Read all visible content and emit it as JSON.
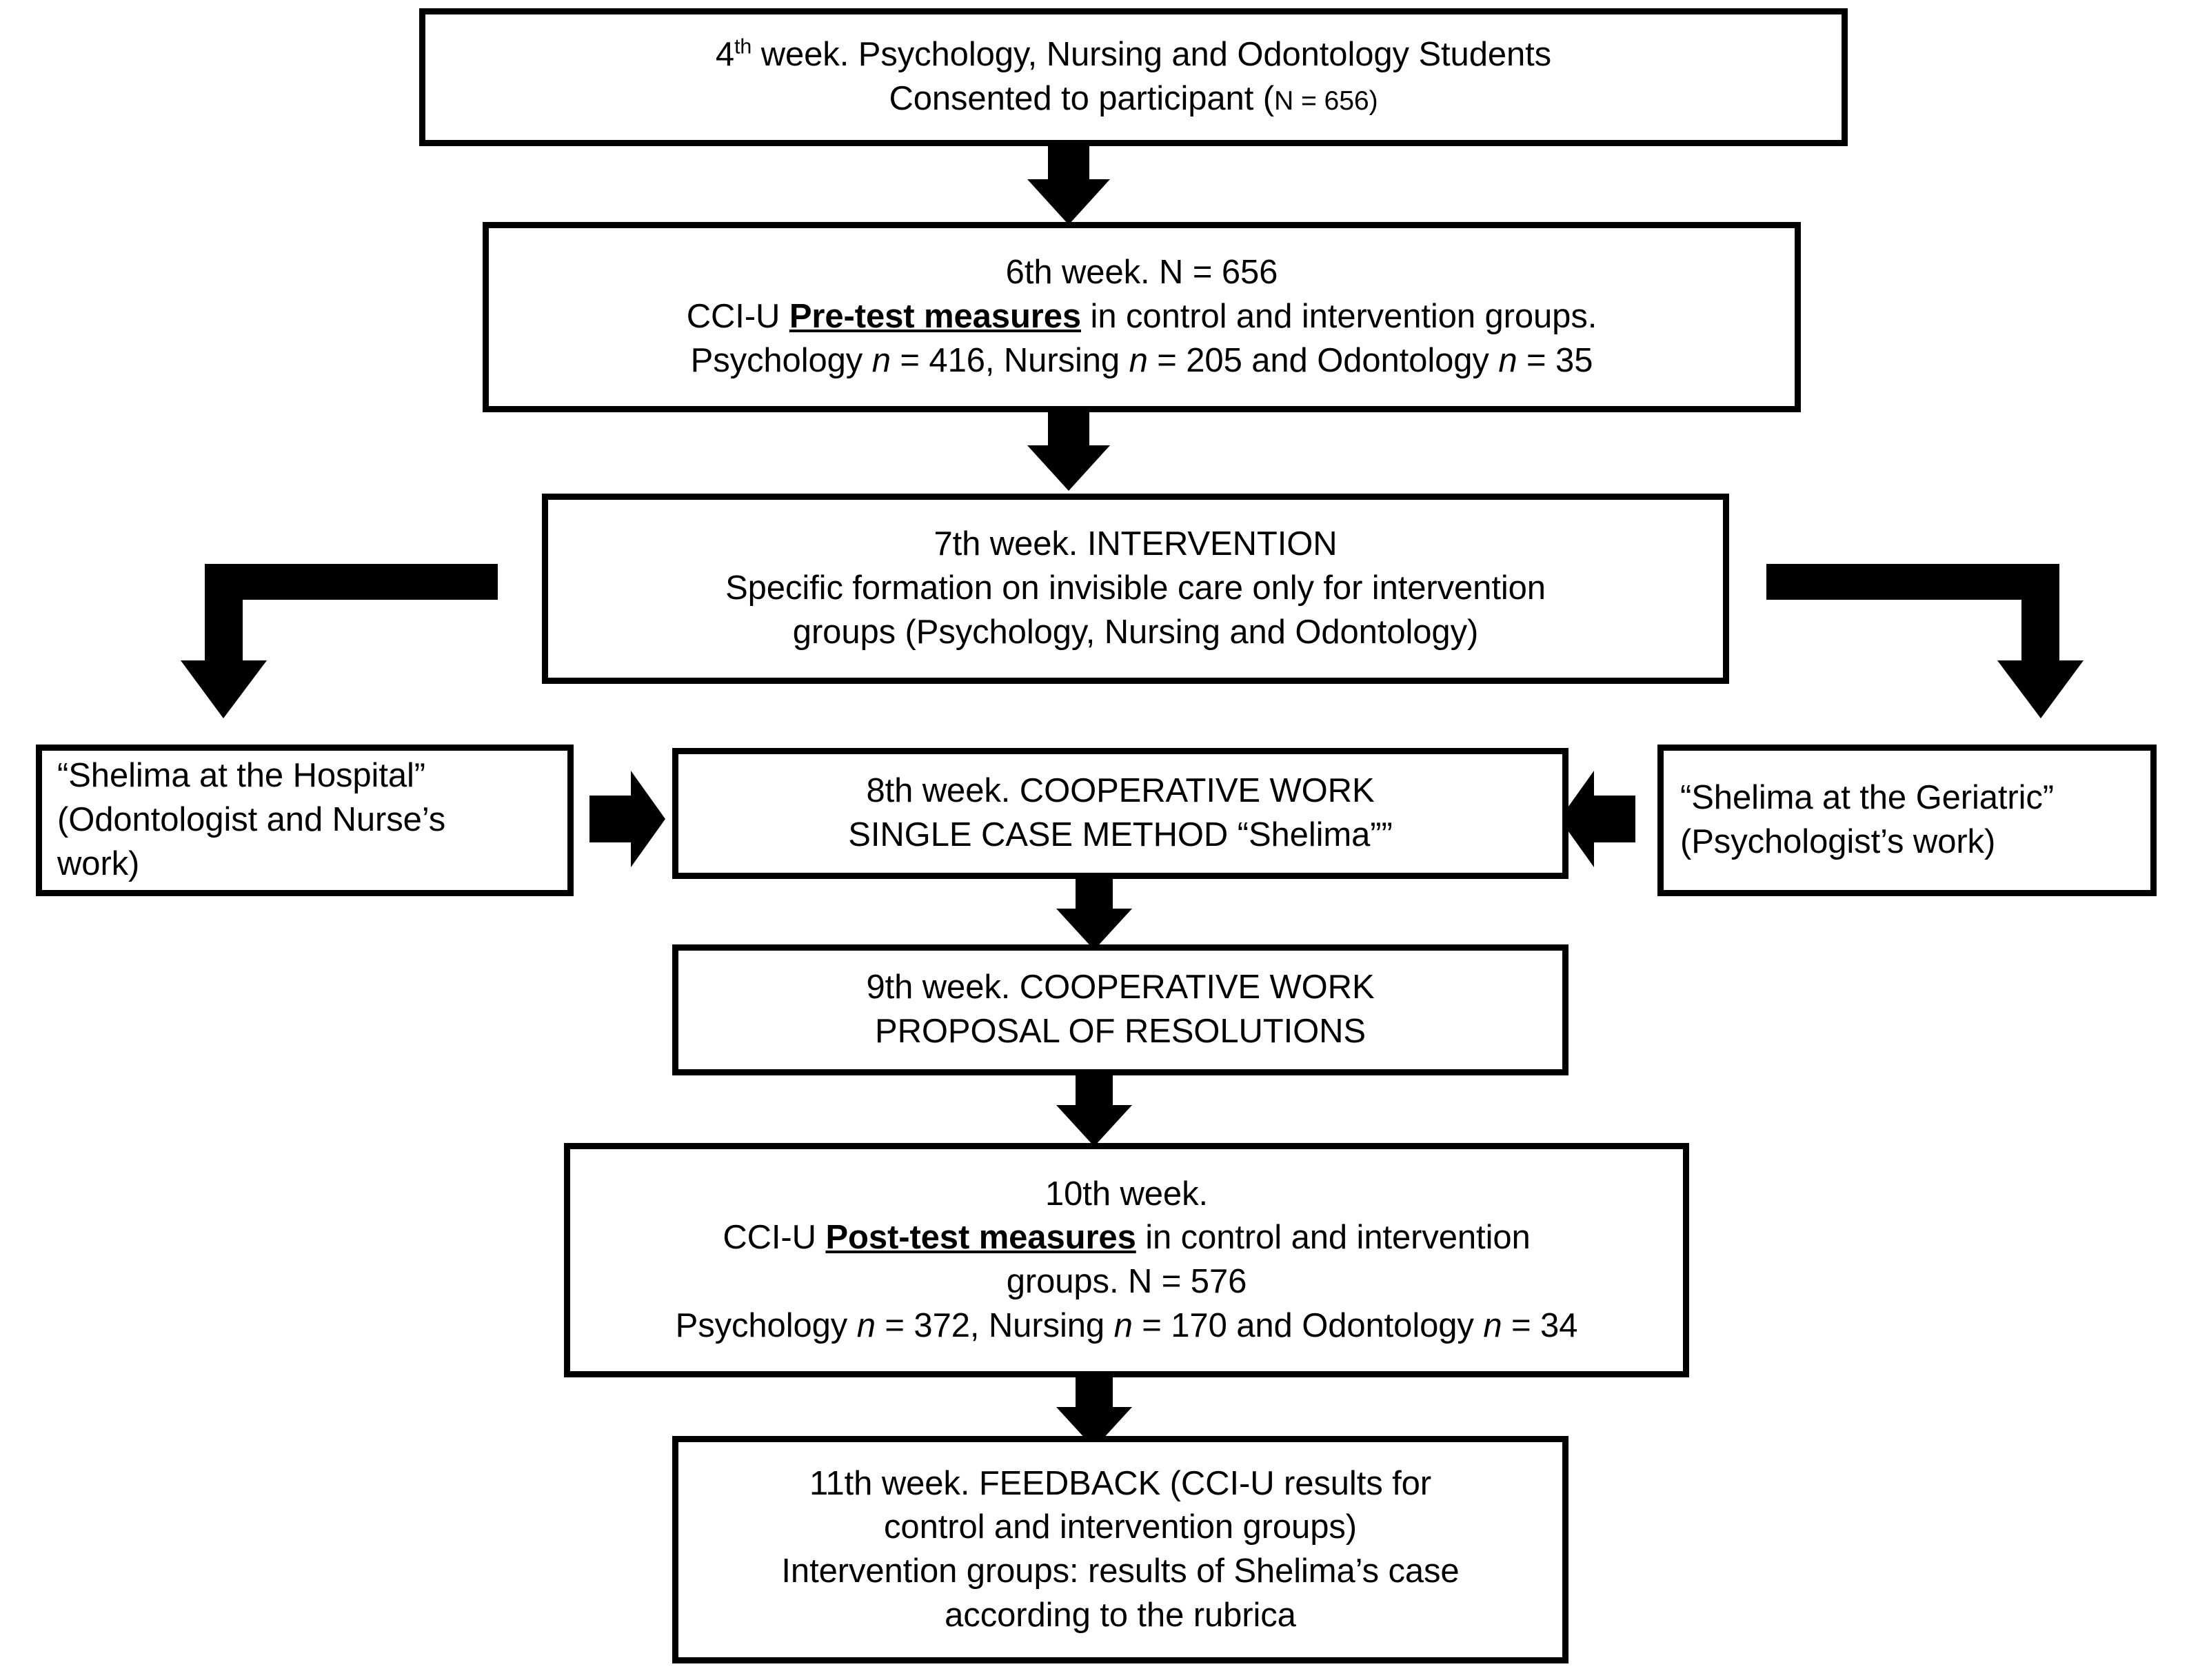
{
  "diagram": {
    "title": "Study procedure flowchart",
    "accent_color": "#000000",
    "background_color": "#ffffff"
  },
  "nodes": {
    "week4": {
      "name": "week-4-consent",
      "line1_prefix": "4",
      "line1_sup": "th",
      "line1_rest": " week. Psychology, Nursing and Odontology Students",
      "line2_pre": "Consented to participant (",
      "line2_n": "N",
      "line2_post": " = 656)"
    },
    "week6": {
      "name": "week-6-pretest",
      "line1": "6th week. N = 656",
      "line2_pre": "CCI-U ",
      "line2_bold": "Pre-test measures",
      "line2_post": " in control and intervention groups.",
      "line3_a": "Psychology ",
      "line3_n1": "n",
      "line3_b": " = 416, Nursing ",
      "line3_n2": "n",
      "line3_c": " = 205 and Odontology ",
      "line3_n3": "n",
      "line3_d": " = 35"
    },
    "week7": {
      "name": "week-7-intervention",
      "line1": "7th week. INTERVENTION",
      "line2": "Specific formation on invisible care only for intervention",
      "line3": "groups (Psychology, Nursing and Odontology)"
    },
    "left_case": {
      "name": "shelima-hospital",
      "line1": "“Shelima at the Hospital”",
      "line2": "(Odontologist and Nurse’s",
      "line3": "work)"
    },
    "right_case": {
      "name": "shelima-geriatric",
      "line1": "“Shelima at the Geriatric”",
      "line2": "(Psychologist’s work)"
    },
    "week8": {
      "name": "week-8-cooperative-work",
      "line1": "8th week. COOPERATIVE WORK",
      "line2": "SINGLE CASE METHOD “Shelima””"
    },
    "week9": {
      "name": "week-9-proposal",
      "line1": "9th week. COOPERATIVE WORK",
      "line2": "PROPOSAL OF RESOLUTIONS"
    },
    "week10": {
      "name": "week-10-posttest",
      "line1": "10th week.",
      "line2_pre": "CCI-U ",
      "line2_bold": "Post-test measures",
      "line2_post": " in control and intervention",
      "line3": "groups. N = 576",
      "line4_a": "Psychology ",
      "line4_n1": "n",
      "line4_b": " = 372, Nursing ",
      "line4_n2": "n",
      "line4_c": " = 170 and Odontology ",
      "line4_n3": "n",
      "line4_d": " = 34"
    },
    "week11": {
      "name": "week-11-feedback",
      "line1": "11th week. FEEDBACK (CCI-U results for",
      "line2": "control and intervention groups)",
      "line3": "Intervention groups: results of Shelima’s case",
      "line4": "according to the rubrica"
    }
  },
  "connectors": {
    "c1": "down-arrow-week4-to-week6",
    "c2": "down-arrow-week6-to-week7",
    "c3": "elbow-arrow-left-to-hospital-case",
    "c4": "elbow-arrow-right-to-geriatric-case",
    "c5": "right-arrow-hospital-to-week8",
    "c6": "left-arrow-geriatric-to-week8",
    "c7": "down-arrow-week8-to-week9",
    "c8": "down-arrow-week9-to-week10",
    "c9": "down-arrow-week10-to-week11"
  }
}
